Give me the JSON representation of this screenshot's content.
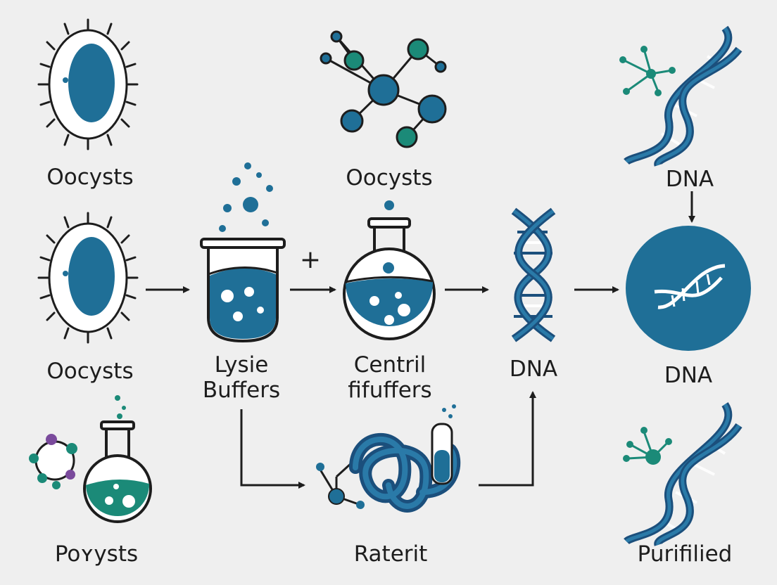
{
  "labels": {
    "oocysts_1": "Oocysts",
    "oocysts_2": "Oocysts",
    "oocysts_3": "Oocysts",
    "poocysts": "Poʏysts",
    "lysie_line1": "Lysie",
    "lysie_line2": "Buffers",
    "centril_line1": "Centril",
    "centril_line2": "fifuffers",
    "plus": "+",
    "dna_center": "DNA",
    "dna_top_right": "DNA",
    "dna_circle": "DNA",
    "raterit": "Raterit",
    "purified": "Purifilied"
  },
  "colors": {
    "background": "#efefef",
    "blue": "#1f6f97",
    "dark_blue": "#1b4f7c",
    "green": "#1b8a78",
    "purple": "#7a4a9c",
    "outline": "#1d1d1d"
  },
  "icons": [
    "cell-icon",
    "molecule-icon",
    "dna-helix-icon",
    "beaker-icon",
    "flask-icon",
    "dna-circle-icon",
    "coiled-tube-icon",
    "arrow-icon"
  ]
}
